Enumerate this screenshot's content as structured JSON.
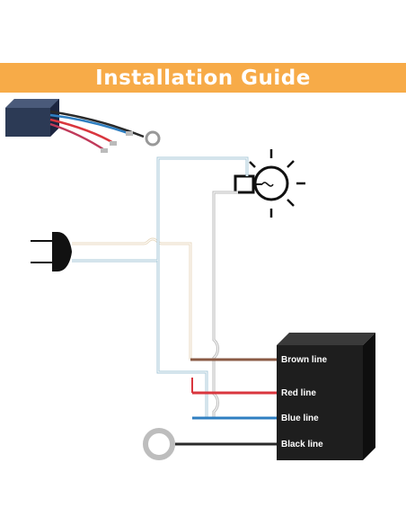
{
  "banner": {
    "title": "Installation Guide"
  },
  "module": {
    "labels": [
      "Brown line",
      "Red line",
      "Blue line",
      "Black line"
    ]
  },
  "colors": {
    "banner": "#f7ab48",
    "brown": "#8a5a44",
    "red": "#d9363e",
    "blue": "#2f7fc1",
    "black": "#2a2a2a",
    "module_body": "#1e1e1e",
    "lamp": "#111111"
  },
  "icons": [
    "product-photo",
    "bulb-icon",
    "plug-icon",
    "ring-terminal-icon",
    "module-box"
  ]
}
